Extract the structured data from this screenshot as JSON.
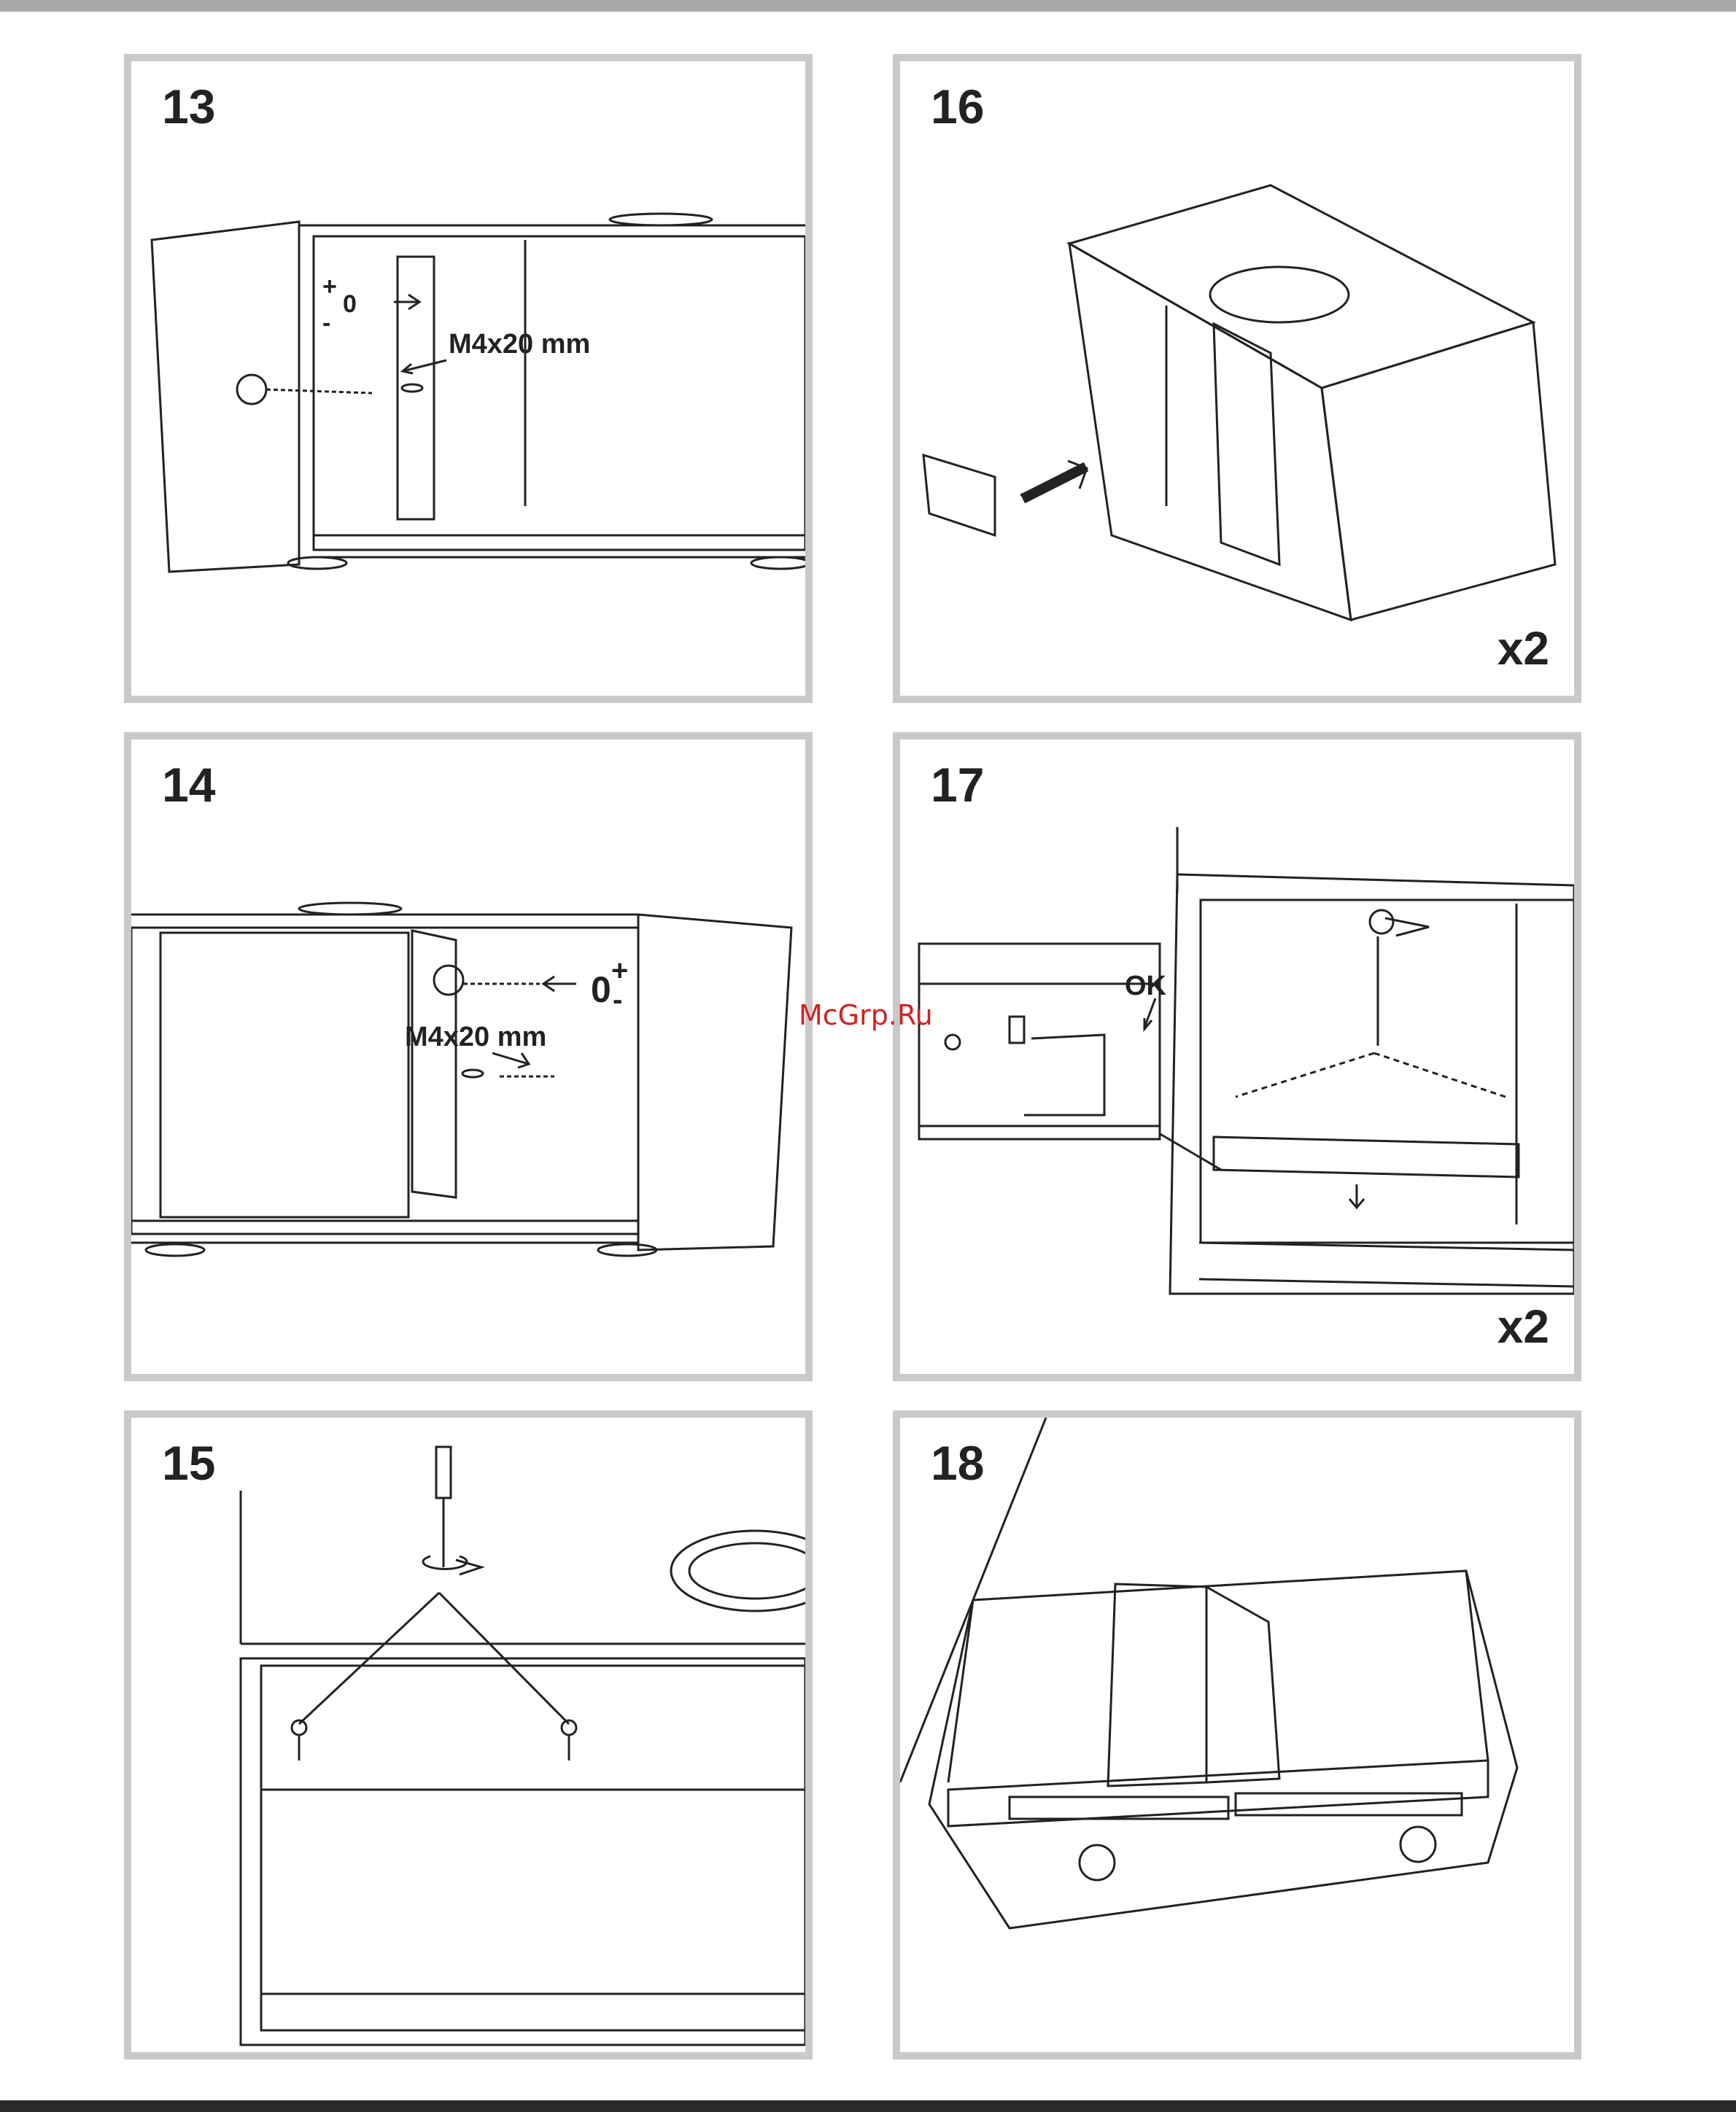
{
  "panels": [
    {
      "id": "13",
      "label": "13",
      "callouts": {
        "size": "M4x20 mm",
        "plus": "+",
        "zero": "0",
        "minus": "-"
      }
    },
    {
      "id": "16",
      "label": "16",
      "multiplier": "x2"
    },
    {
      "id": "14",
      "label": "14",
      "callouts": {
        "size": "M4x20 mm",
        "plus": "+",
        "zero": "0",
        "minus": "-"
      }
    },
    {
      "id": "17",
      "label": "17",
      "multiplier": "x2",
      "callouts": {
        "ok": "OK"
      }
    },
    {
      "id": "15",
      "label": "15"
    },
    {
      "id": "18",
      "label": "18"
    }
  ],
  "watermark": "McGrp.Ru",
  "colors": {
    "frame": "#c8c9cb",
    "line": "#222222",
    "topbar": "#a7a8aa",
    "bottombar": "#2a2a2a",
    "watermark": "#d42020"
  }
}
